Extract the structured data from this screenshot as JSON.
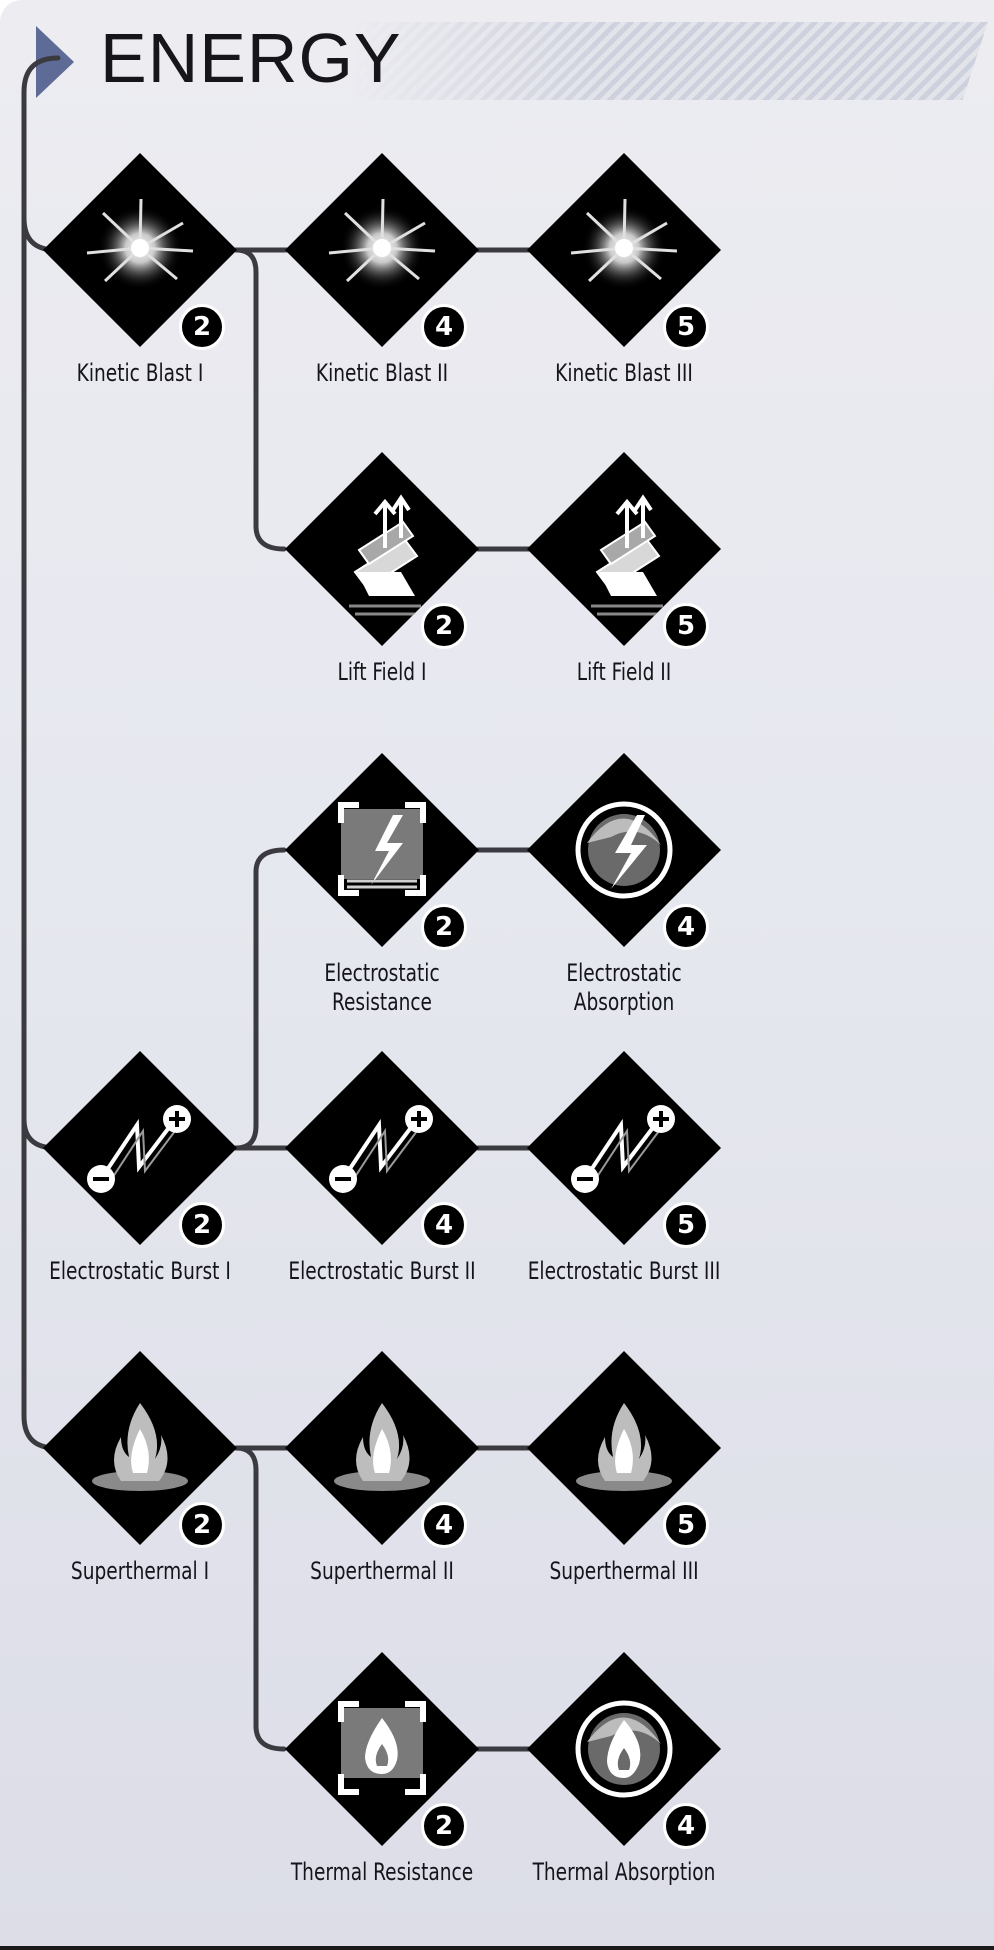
{
  "title": "ENERGY",
  "colors": {
    "accent": "#5d6b96",
    "line": "#3a3a40",
    "node": "#000000",
    "text": "#14141a"
  },
  "nodes": [
    {
      "id": "kb1",
      "label": "Kinetic Blast I",
      "cost": "2",
      "icon": "kinetic-blast-icon"
    },
    {
      "id": "kb2",
      "label": "Kinetic Blast II",
      "cost": "4",
      "icon": "kinetic-blast-icon"
    },
    {
      "id": "kb3",
      "label": "Kinetic Blast III",
      "cost": "5",
      "icon": "kinetic-blast-icon"
    },
    {
      "id": "lf1",
      "label": "Lift Field I",
      "cost": "2",
      "icon": "lift-field-icon"
    },
    {
      "id": "lf2",
      "label": "Lift Field II",
      "cost": "5",
      "icon": "lift-field-icon"
    },
    {
      "id": "er",
      "label": "Electrostatic\nResistance",
      "cost": "2",
      "icon": "electrostatic-resistance-icon"
    },
    {
      "id": "ea",
      "label": "Electrostatic\nAbsorption",
      "cost": "4",
      "icon": "electrostatic-absorption-icon"
    },
    {
      "id": "eb1",
      "label": "Electrostatic Burst I",
      "cost": "2",
      "icon": "electrostatic-burst-icon"
    },
    {
      "id": "eb2",
      "label": "Electrostatic Burst II",
      "cost": "4",
      "icon": "electrostatic-burst-icon"
    },
    {
      "id": "eb3",
      "label": "Electrostatic Burst III",
      "cost": "5",
      "icon": "electrostatic-burst-icon"
    },
    {
      "id": "st1",
      "label": "Superthermal I",
      "cost": "2",
      "icon": "superthermal-flame-icon"
    },
    {
      "id": "st2",
      "label": "Superthermal II",
      "cost": "4",
      "icon": "superthermal-flame-icon"
    },
    {
      "id": "st3",
      "label": "Superthermal III",
      "cost": "5",
      "icon": "superthermal-flame-icon"
    },
    {
      "id": "tr",
      "label": "Thermal Resistance",
      "cost": "2",
      "icon": "thermal-resistance-icon"
    },
    {
      "id": "ta",
      "label": "Thermal Absorption",
      "cost": "4",
      "icon": "thermal-absorption-icon"
    }
  ]
}
